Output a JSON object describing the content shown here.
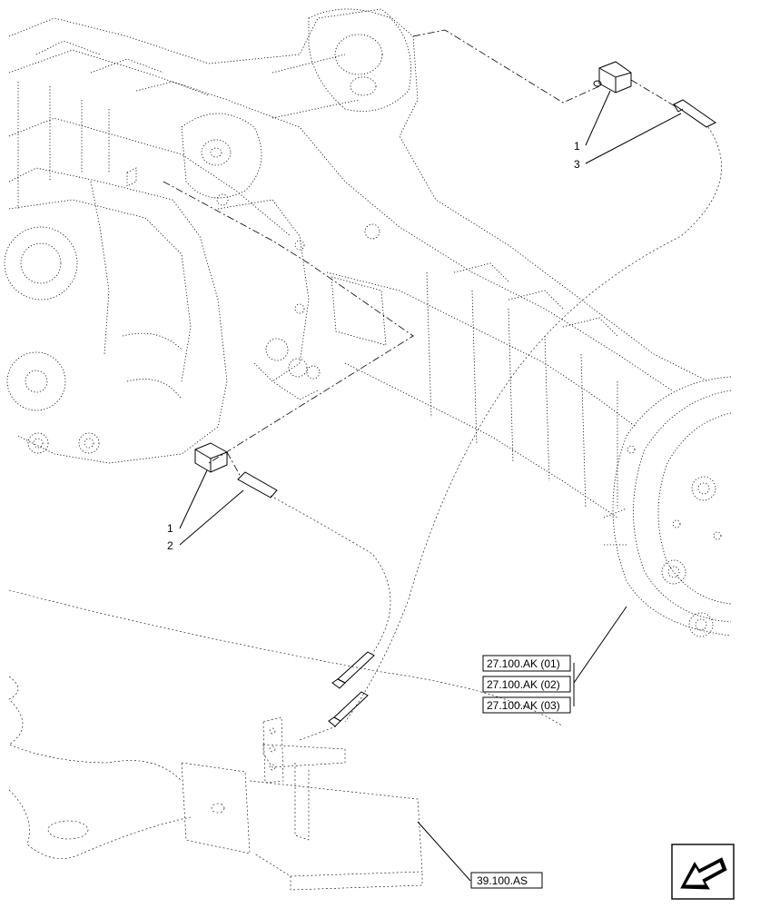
{
  "callouts": {
    "sensor_top_part": "1",
    "sensor_top_pin": "3",
    "sensor_left_part": "1",
    "sensor_left_pin": "2"
  },
  "references": {
    "axle_refs": [
      "27.100.AK (01)",
      "27.100.AK (02)",
      "27.100.AK (03)"
    ],
    "frame_ref": "39.100.AS"
  },
  "icons": {
    "nav": "arrow-navigation-icon"
  }
}
